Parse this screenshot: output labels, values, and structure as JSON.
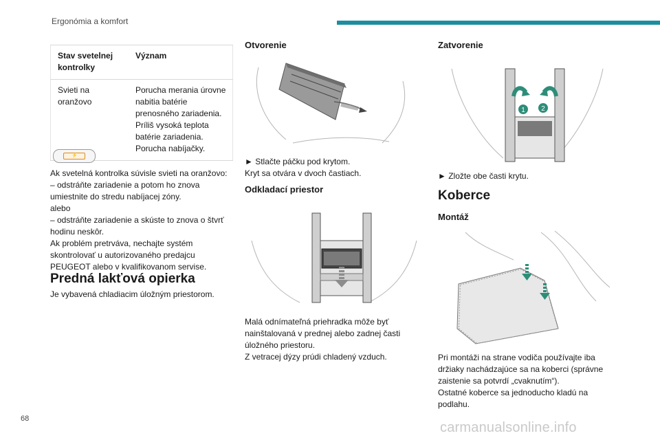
{
  "header": {
    "section_title": "Ergonómia a komfort"
  },
  "table": {
    "headers": [
      "Stav svetelnej kontrolky",
      "Význam"
    ],
    "rows": [
      [
        "Svieti na oranžovo",
        "Porucha merania úrovne nabitia batérie prenosného zariadenia. Príliš vysoká teplota batérie zariadenia. Porucha nabíjačky."
      ]
    ]
  },
  "col1": {
    "warning_lines": [
      "Ak svetelná kontrolka súvisle svieti na oranžovo:",
      "– odstráňte zariadenie a potom ho znova",
      "umiestnite do stredu nabíjacej zóny.",
      "alebo",
      "– odstráňte zariadenie a skúste to znova o štvrť",
      "hodinu neskôr.",
      "Ak problém pretrváva, nechajte systém",
      "skontrolovať u autorizovaného predajcu",
      "PEUGEOT alebo v kvalifikovanom servise."
    ],
    "armrest_heading": "Predná lakťová opierka",
    "armrest_text": "Je vybavená chladiacim úložným priestorom."
  },
  "col2": {
    "opening_heading": "Otvorenie",
    "opening_lines": [
      "► Stlačte páčku pod krytom.",
      "Kryt sa otvára v dvoch častiach."
    ],
    "storage_heading": "Odkladací priestor",
    "storage_lines": [
      "Malá odnímateľná priehradka môže byť",
      "nainštalovaná v prednej alebo zadnej časti",
      "úložného priestoru.",
      "Z vetracej dýzy prúdi chladený vzduch."
    ]
  },
  "col3": {
    "closing_heading": "Zatvorenie",
    "closing_badges": [
      "1",
      "2"
    ],
    "closing_text": "► Zložte obe časti krytu.",
    "mats_heading": "Koberce",
    "mounting_heading": "Montáž",
    "mounting_lines": [
      "Pri montáži na strane vodiča používajte iba",
      "držiaky nachádzajúce sa na koberci (správne",
      "zaistenie sa potvrdí „cvaknutím“).",
      "Ostatné koberce sa jednoducho kladú na",
      "podlahu."
    ]
  },
  "footer": {
    "page_number": "68",
    "watermark": "carmanualsonline.info"
  },
  "colors": {
    "accent": "#1d8ea0",
    "indicator_orange": "#e08a1c"
  }
}
